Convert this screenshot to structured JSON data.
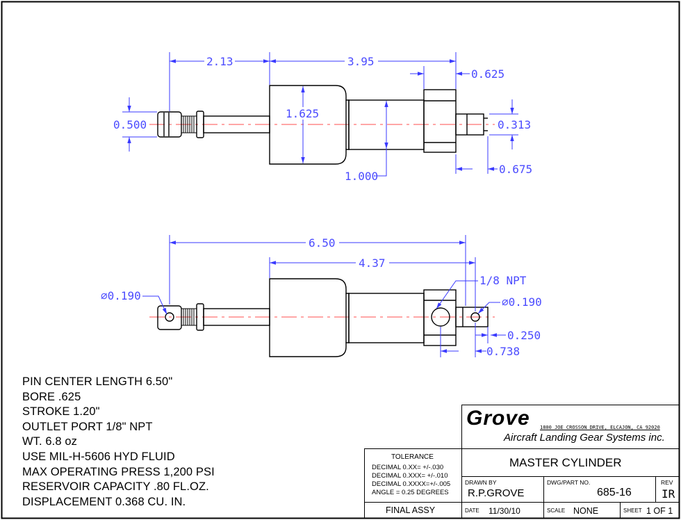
{
  "dimensions": {
    "top_view": {
      "len_a": "2.13",
      "len_b": "3.95",
      "cap_width": "0.625",
      "rod_dia": "0.500",
      "body_dia": "1.625",
      "neck_dia": "1.000",
      "outlet_dia": "0.313",
      "outlet_len": "0.675"
    },
    "side_view": {
      "overall": "6.50",
      "body_to_pin": "4.37",
      "port": "1/8 NPT",
      "left_pin": "⌀0.190",
      "right_pin": "⌀0.190",
      "pin_offset": "0.250",
      "port_offset": "0.738"
    }
  },
  "notes": [
    "PIN CENTER LENGTH 6.50\"",
    "BORE .625",
    "STROKE 1.20\"",
    "OUTLET PORT 1/8\" NPT",
    "WT. 6.8 oz",
    "USE MIL-H-5606 HYD FLUID",
    "MAX OPERATING PRESS 1,200 PSI",
    "RESERVOIR CAPACITY .80 FL.OZ.",
    "DISPLACEMENT 0.368 CU. IN."
  ],
  "title_block": {
    "company": "Grove",
    "address": "1800 JOE CROSSON DRIVE, ELCAJON, CA 92020",
    "subtitle": "Aircraft Landing Gear Systems inc.",
    "title": "MASTER CYLINDER",
    "tolerance_heading": "TOLERANCE",
    "tolerance_lines": [
      "DECIMAL 0.XX=  +/-.030",
      "DECIMAL 0.XXX= +/-.010",
      "DECIMAL 0.XXXX=+/-.005",
      "ANGLE = 0.25 DEGREES"
    ],
    "drawn_by_label": "DRAWN BY",
    "drawn_by": "R.P.GROVE",
    "dwg_label": "DWG/PART NO.",
    "dwg_no": "685-16",
    "rev_label": "REV",
    "rev": "IR",
    "final": "FINAL ASSY",
    "date_label": "DATE",
    "date": "11/30/10",
    "scale_label": "SCALE",
    "scale": "NONE",
    "sheet_label": "SHEET",
    "sheet": "1 OF 1"
  }
}
